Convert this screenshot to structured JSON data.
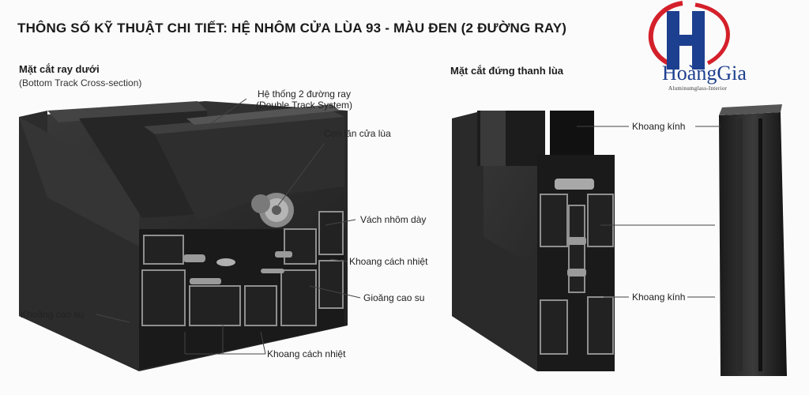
{
  "title": "THÔNG SỐ KỸ THUẬT CHI TIẾT: HỆ NHÔM CỬA LÙA 93 - MÀU ĐEN (2 ĐƯỜNG RAY)",
  "logo": {
    "text": "HoàngGia",
    "subtitle": "Aluminumglass-Interior",
    "colors": {
      "red": "#d4202a",
      "blue": "#1d3f8f"
    }
  },
  "left_section": {
    "heading": "Mặt cắt ray dưới",
    "subheading": "(Bottom Track Cross-section)",
    "labels": {
      "double_track": "Hệ thống 2 đường ray",
      "double_track_en": "(Double Track System)",
      "roller": "Con lăn cửa lùa",
      "thick_wall": "Vách nhôm dày",
      "thermal_gap": "Khoang cách nhiệt",
      "rubber_gasket": "Gioăng cao su",
      "rubber_cavity": "Khoăng cao su",
      "thermal_chamber": "Khoang cách nhiệt"
    }
  },
  "right_section": {
    "heading": "Mặt cắt đứng thanh lùa",
    "labels": {
      "glass_cavity_top": "Khoang kính",
      "glass_cavity_bottom": "Khoang kính"
    }
  },
  "colors": {
    "profile": "#2a2a2a",
    "profile_light": "#4a4a4a",
    "edge": "#9a9a9a",
    "leader": "#444444"
  }
}
